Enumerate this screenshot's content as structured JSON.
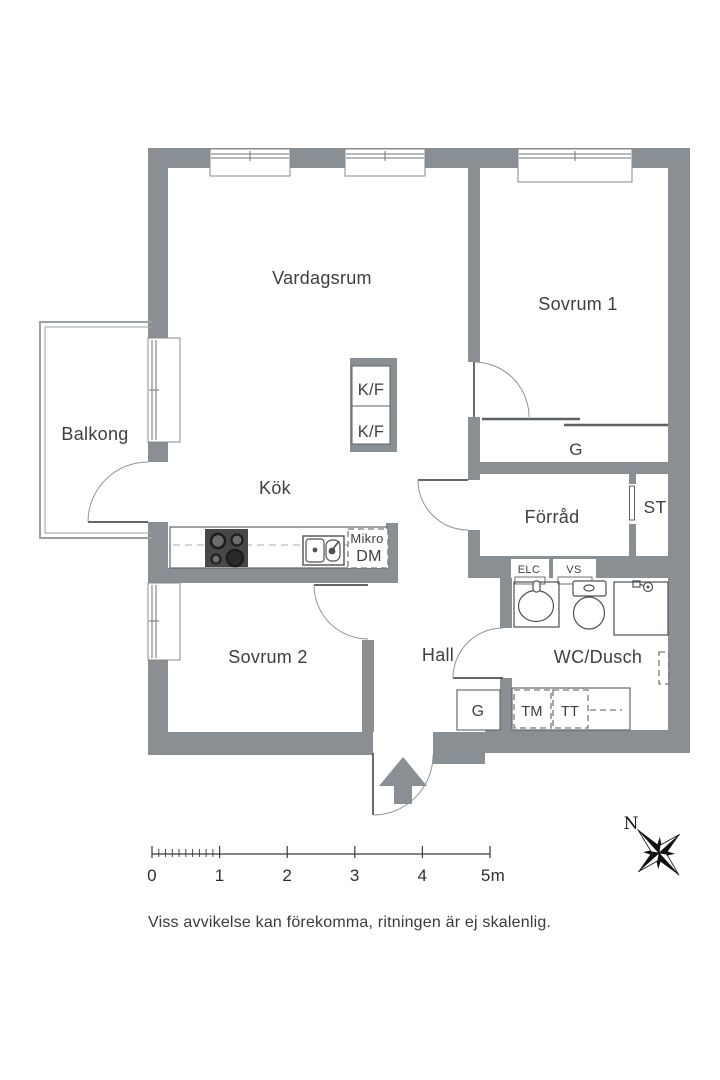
{
  "floorplan": {
    "rooms": {
      "living_room": "Vardagsrum",
      "bedroom_1": "Sovrum 1",
      "balcony": "Balkong",
      "kitchen": "Kök",
      "storage": "Förråd",
      "bedroom_2": "Sovrum 2",
      "hall": "Hall",
      "bathroom": "WC/Dusch"
    },
    "fixtures": {
      "fridge_freezer_1": "K/F",
      "fridge_freezer_2": "K/F",
      "microwave": "Mikro",
      "dishwasher": "DM",
      "wardrobe_bedroom1": "G",
      "wardrobe_hall": "G",
      "cleaning_closet": "ST",
      "electrical": "ELC",
      "water_shaft": "VS",
      "washing_machine": "TM",
      "tumble_dryer": "TT"
    },
    "compass": {
      "north": "N"
    },
    "scale_bar": {
      "tick_labels": [
        "0",
        "1",
        "2",
        "3",
        "4",
        "5m"
      ]
    },
    "disclaimer": "Viss avvikelse kan förekomma, ritningen är ej skalenlig.",
    "colors": {
      "wall": "#8a8f93",
      "line": "#4d5156",
      "text": "#3c4043",
      "background": "#ffffff"
    }
  }
}
